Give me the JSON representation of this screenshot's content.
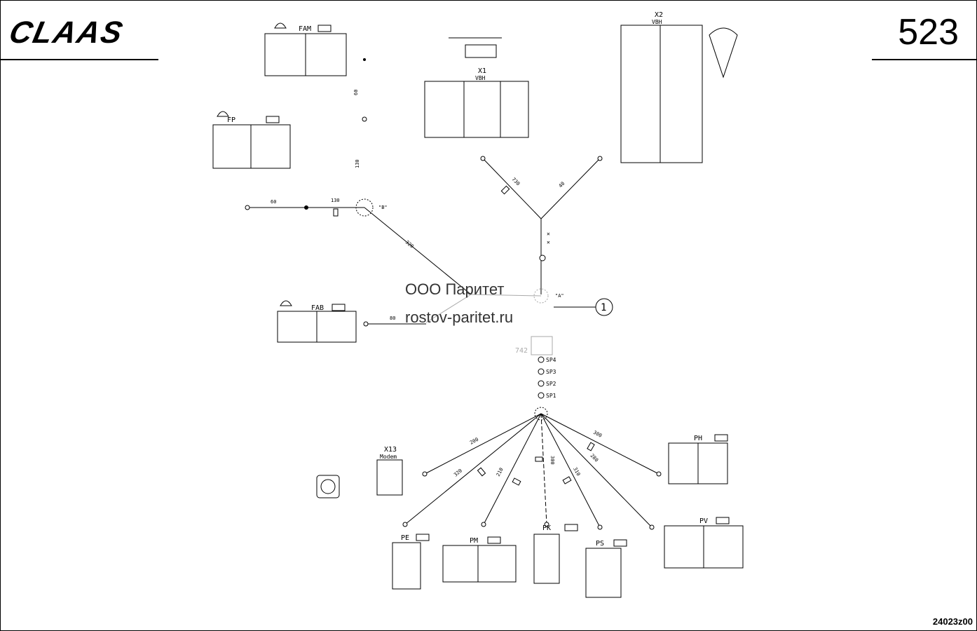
{
  "header": {
    "brand": "CLAAS",
    "page_number": "523",
    "drawing_number": "24023z00"
  },
  "watermark": {
    "line1": "ООО Паритет",
    "line2": "rostov-paritet.ru"
  },
  "callout": "1",
  "splices": [
    "SP4",
    "SP3",
    "SP2",
    "SP1"
  ],
  "center_label": "742",
  "connectors": {
    "x1": {
      "name": "X1",
      "sub": "VBH"
    },
    "x2": {
      "name": "X2",
      "sub": "VBH"
    },
    "x13": {
      "name": "X13",
      "sub": "Modem"
    },
    "fam": {
      "name": "FAM"
    },
    "fp": {
      "name": "FP"
    },
    "fab": {
      "name": "FAB"
    },
    "ph": {
      "name": "PH"
    },
    "pe": {
      "name": "PE"
    },
    "pm": {
      "name": "PM"
    },
    "pk": {
      "name": "PK"
    },
    "ps": {
      "name": "PS"
    },
    "pv": {
      "name": "PV"
    }
  },
  "lengths": [
    "60",
    "130",
    "60",
    "130",
    "320",
    "730",
    "40",
    "200",
    "320",
    "210",
    "300",
    "310",
    "280",
    "300",
    "80"
  ],
  "tags": [
    "\"B\"",
    "\"A\""
  ]
}
